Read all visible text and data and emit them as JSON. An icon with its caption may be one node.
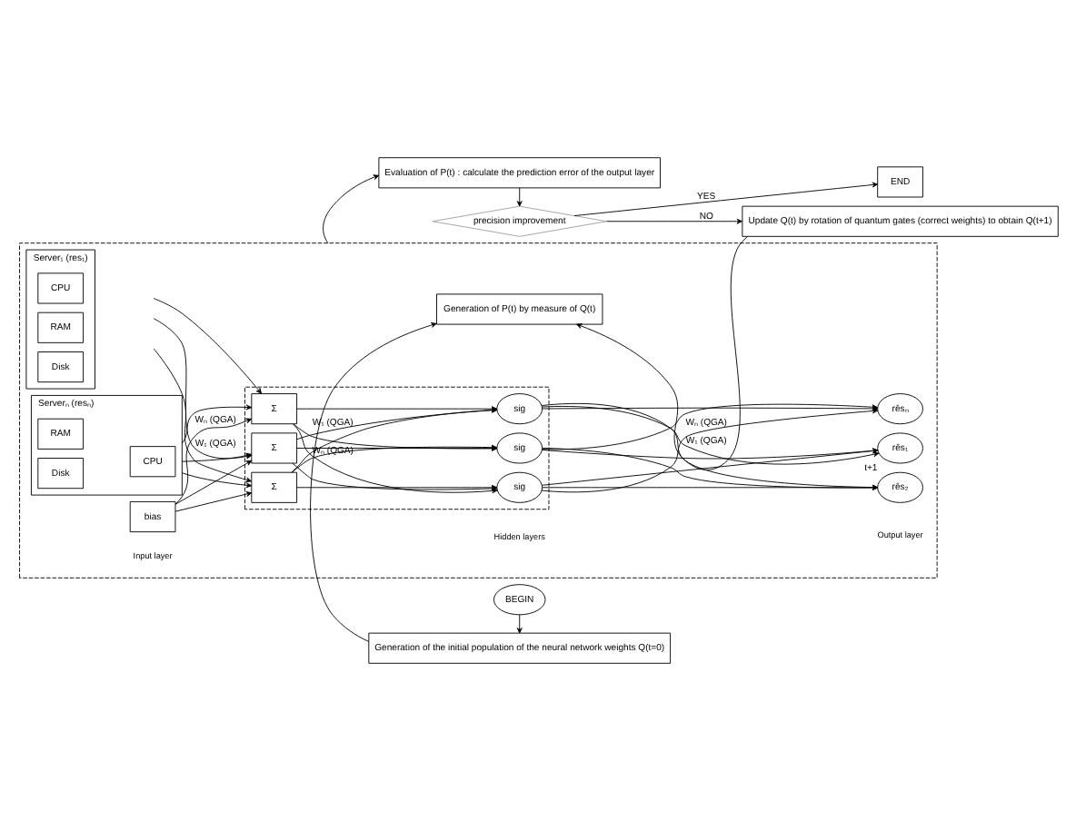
{
  "diagram": {
    "nodes": [
      {
        "text": [
          "BEGIN"
        ]
      },
      {
        "text": [
          "Generation of the initial population of the neural network weights Q(t=0)"
        ]
      },
      {
        "text": [],
        "shape": "box"
      },
      {
        "text": [
          "Generation of P(t) by measure of Q(t)"
        ],
        "in": 2
      },
      {
        "text": [
          "Server₁ (res₁)"
        ],
        "in": 2
      },
      {
        "text": [
          "CPU"
        ],
        "in": 4
      },
      {
        "text": [
          "RAM"
        ],
        "in": 4
      },
      {
        "text": [
          "Disk"
        ],
        "in": 4
      },
      {
        "text": [
          "Serverₙ (resₙ)"
        ],
        "in": 2
      },
      {
        "text": [
          "CPU"
        ],
        "in": 8
      },
      {
        "text": [
          "RAM"
        ],
        "in": 8
      },
      {
        "text": [
          "Disk"
        ],
        "in": 8
      },
      {
        "text": [
          "bias"
        ],
        "in": 2
      },
      {
        "text": [],
        "shape": "box",
        "in": 2
      },
      {
        "text": [
          "Σ"
        ],
        "in": 13
      },
      {
        "text": [
          "Σ"
        ],
        "in": 13
      },
      {
        "text": [
          "Σ"
        ],
        "in": 13
      },
      {
        "text": [
          "sig"
        ],
        "in": 13
      },
      {
        "text": [
          "sig"
        ],
        "in": 13
      },
      {
        "text": [
          "sig"
        ],
        "in": 13
      },
      {
        "text": [
          "rês₁"
        ],
        "beside": [
          "t+1"
        ],
        "in": 2
      },
      {
        "text": [
          "rês₂"
        ],
        "in": 2
      },
      {
        "text": [
          "rêsₙ"
        ],
        "in": 2
      },
      {
        "text": [
          "Evaluation of P(t) : calculate the prediction error of the output layer"
        ]
      },
      {
        "text": [
          "precision improvement"
        ]
      },
      {
        "text": [
          "END"
        ]
      },
      {
        "text": [
          "Update Q(t) by rotation of quantum gates (correct weights) to obtain Q(t+1)"
        ]
      }
    ],
    "edges": [
      {
        "from": 0,
        "to": 1,
        "arrow": "to"
      },
      {
        "from": 1,
        "to": 3,
        "arrow": "to"
      },
      {
        "from": 26,
        "to": 3,
        "arrow": "to"
      },
      {
        "from": null,
        "to": 14,
        "arrow": "to",
        "label": "W₁ (QGA)"
      },
      {
        "from": null,
        "to": 15,
        "arrow": "to"
      },
      {
        "from": null,
        "to": 16,
        "arrow": "to"
      },
      {
        "from": 8,
        "to": 14,
        "arrow": "to"
      },
      {
        "from": 8,
        "to": 15,
        "arrow": "to"
      },
      {
        "from": 8,
        "to": 16,
        "arrow": "to"
      },
      {
        "from": 12,
        "to": 14,
        "arrow": "to"
      },
      {
        "from": 12,
        "to": 15,
        "arrow": "to"
      },
      {
        "from": 12,
        "to": 16,
        "arrow": "to",
        "label": "Wₙ (QGA)"
      },
      {
        "from": 14,
        "to": 17,
        "arrow": "to",
        "label": "W₁ (QGA)"
      },
      {
        "from": 14,
        "to": 18,
        "arrow": "to"
      },
      {
        "from": 14,
        "to": 19,
        "arrow": "to"
      },
      {
        "from": 15,
        "to": 17,
        "arrow": "to"
      },
      {
        "from": 15,
        "to": 18,
        "arrow": "to"
      },
      {
        "from": 15,
        "to": 19,
        "arrow": "to"
      },
      {
        "from": 16,
        "to": 17,
        "arrow": "to"
      },
      {
        "from": 16,
        "to": 18,
        "arrow": "to"
      },
      {
        "from": 16,
        "to": 19,
        "arrow": "to",
        "label": "Wₙ (QGA)"
      },
      {
        "from": 17,
        "to": 20,
        "arrow": "to",
        "label": "W₁ (QGA)"
      },
      {
        "from": 17,
        "to": 21,
        "arrow": "to"
      },
      {
        "from": 17,
        "to": 22,
        "arrow": "to"
      },
      {
        "from": 18,
        "to": 20,
        "arrow": "to"
      },
      {
        "from": 18,
        "to": 21,
        "arrow": "to"
      },
      {
        "from": 18,
        "to": 22,
        "arrow": "to"
      },
      {
        "from": 19,
        "to": 20,
        "arrow": "to"
      },
      {
        "from": 19,
        "to": 21,
        "arrow": "to"
      },
      {
        "from": 19,
        "to": 22,
        "arrow": "to",
        "label": "Wₙ (QGA)"
      },
      {
        "from": 2,
        "to": 23,
        "arrow": "to"
      },
      {
        "from": 23,
        "to": 24,
        "arrow": "to"
      },
      {
        "from": 24,
        "to": 25,
        "arrow": "to",
        "label": "YES"
      },
      {
        "from": 24,
        "to": 26,
        "arrow": "to",
        "label": "NO"
      }
    ],
    "labels": [
      "Input layer",
      "Hidden layers",
      "Output layer"
    ]
  }
}
